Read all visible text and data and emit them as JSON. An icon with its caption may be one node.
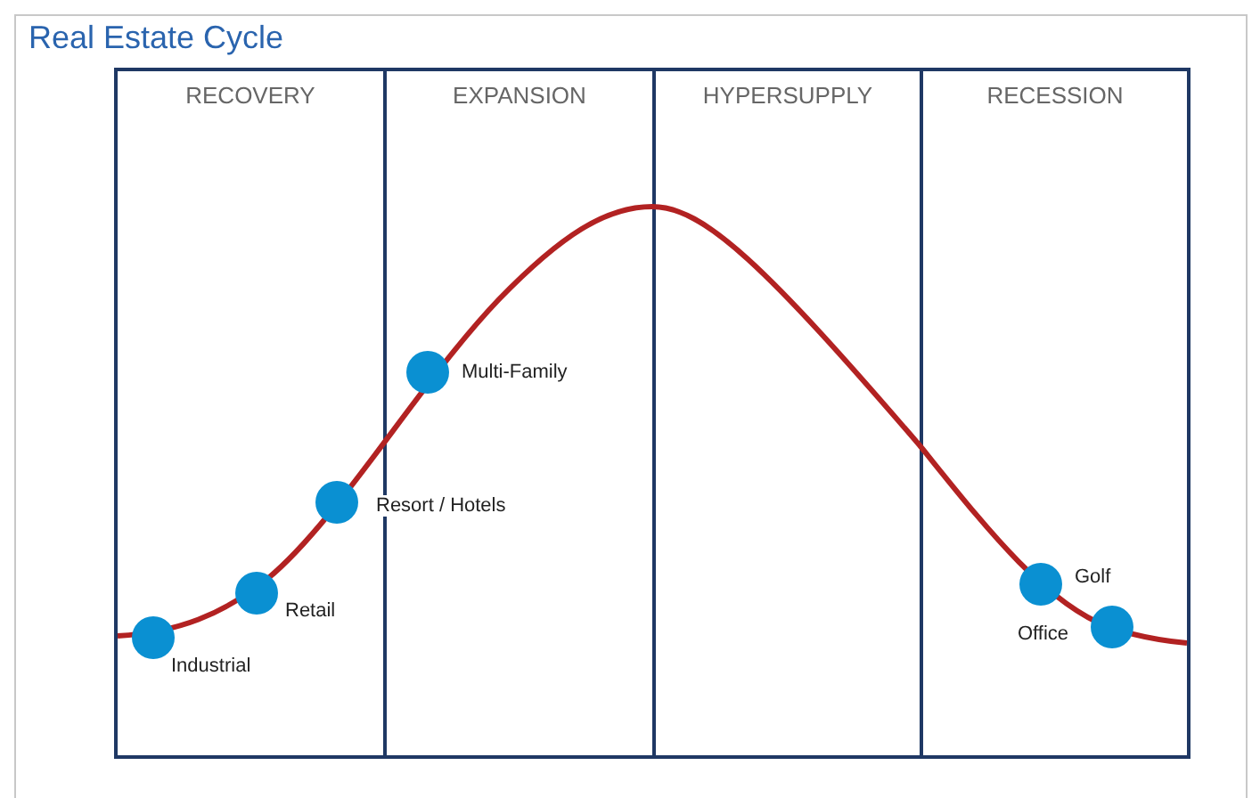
{
  "diagram": {
    "title": "Real Estate Cycle",
    "nodes": [
      {
        "text": [
          "RECOVERY"
        ]
      },
      {
        "text": [
          "EXPANSION"
        ]
      },
      {
        "text": [
          "HYPERSUPPLY"
        ]
      },
      {
        "text": [
          "RECESSION"
        ]
      },
      {
        "text": [],
        "shape": "circle",
        "beside": [
          "Industrial"
        ],
        "in": 0
      },
      {
        "text": [],
        "shape": "circle",
        "beside": [
          "Retail"
        ],
        "in": 0
      },
      {
        "text": [],
        "shape": "circle",
        "beside": [
          "Resort / Hotels"
        ],
        "in": 0
      },
      {
        "text": [],
        "shape": "circle",
        "beside": [
          "Multi-Family"
        ],
        "in": 1
      },
      {
        "text": [],
        "shape": "circle",
        "beside": [
          "Golf"
        ],
        "in": 3
      },
      {
        "text": [],
        "shape": "circle",
        "beside": [
          "Office"
        ],
        "in": 3
      }
    ],
    "edges": []
  }
}
